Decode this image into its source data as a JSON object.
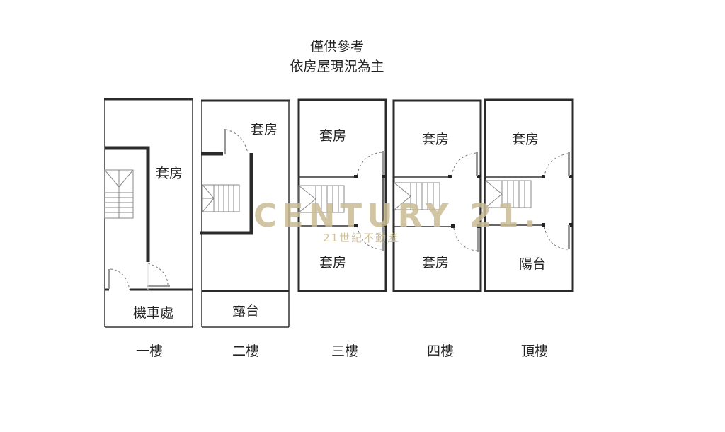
{
  "disclaimer": {
    "line1": "僅供參考",
    "line2": "依房屋現況為主"
  },
  "watermark": {
    "brand": "CENTURY 21.",
    "subtitle": "21世紀不動產",
    "color": "#c9bc94"
  },
  "floors": [
    {
      "label": "一樓",
      "rooms": [
        {
          "label": "套房"
        },
        {
          "label": "機車處"
        }
      ]
    },
    {
      "label": "二樓",
      "rooms": [
        {
          "label": "套房"
        },
        {
          "label": "露台"
        }
      ]
    },
    {
      "label": "三樓",
      "rooms": [
        {
          "label": "套房"
        },
        {
          "label": "套房"
        }
      ]
    },
    {
      "label": "四樓",
      "rooms": [
        {
          "label": "套房"
        },
        {
          "label": "套房"
        }
      ]
    },
    {
      "label": "頂樓",
      "rooms": [
        {
          "label": "套房"
        },
        {
          "label": "陽台"
        }
      ]
    }
  ],
  "colors": {
    "wall": "#2b2b2b",
    "thin_wall": "#333333",
    "door": "#9a9a9a"
  }
}
